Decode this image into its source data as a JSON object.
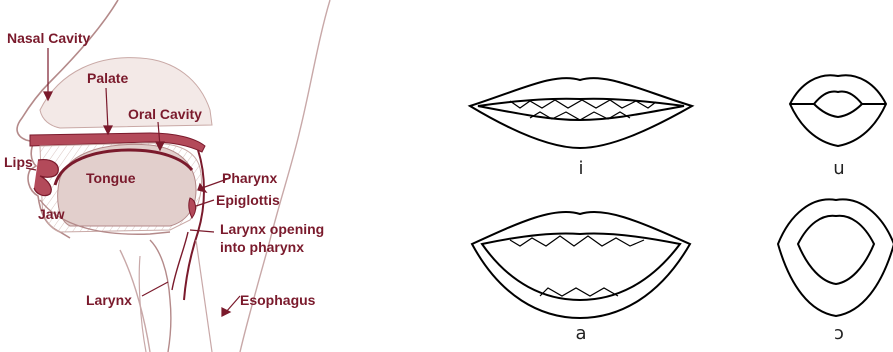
{
  "colors": {
    "label": "#7a1a2c",
    "anatomy_line": "#8a2a3a",
    "tissue_fill": "#e8d7d4",
    "lips_line": "#000000"
  },
  "anatomy": {
    "labels": {
      "nasal_cavity": "Nasal Cavity",
      "palate": "Palate",
      "oral_cavity": "Oral Cavity",
      "lips": "Lips",
      "tongue": "Tongue",
      "jaw": "Jaw",
      "pharynx": "Pharynx",
      "epiglottis": "Epiglottis",
      "larynx_opening_line1": "Larynx opening",
      "larynx_opening_line2": "into pharynx",
      "larynx": "Larynx",
      "esophagus": "Esophagus"
    }
  },
  "vowels": [
    {
      "symbol": "i",
      "view": "front",
      "shape": "spread"
    },
    {
      "symbol": "u",
      "view": "front",
      "shape": "rounded-closed"
    },
    {
      "symbol": "a",
      "view": "front",
      "shape": "open"
    },
    {
      "symbol": "ɔ",
      "view": "front",
      "shape": "rounded-open"
    }
  ]
}
